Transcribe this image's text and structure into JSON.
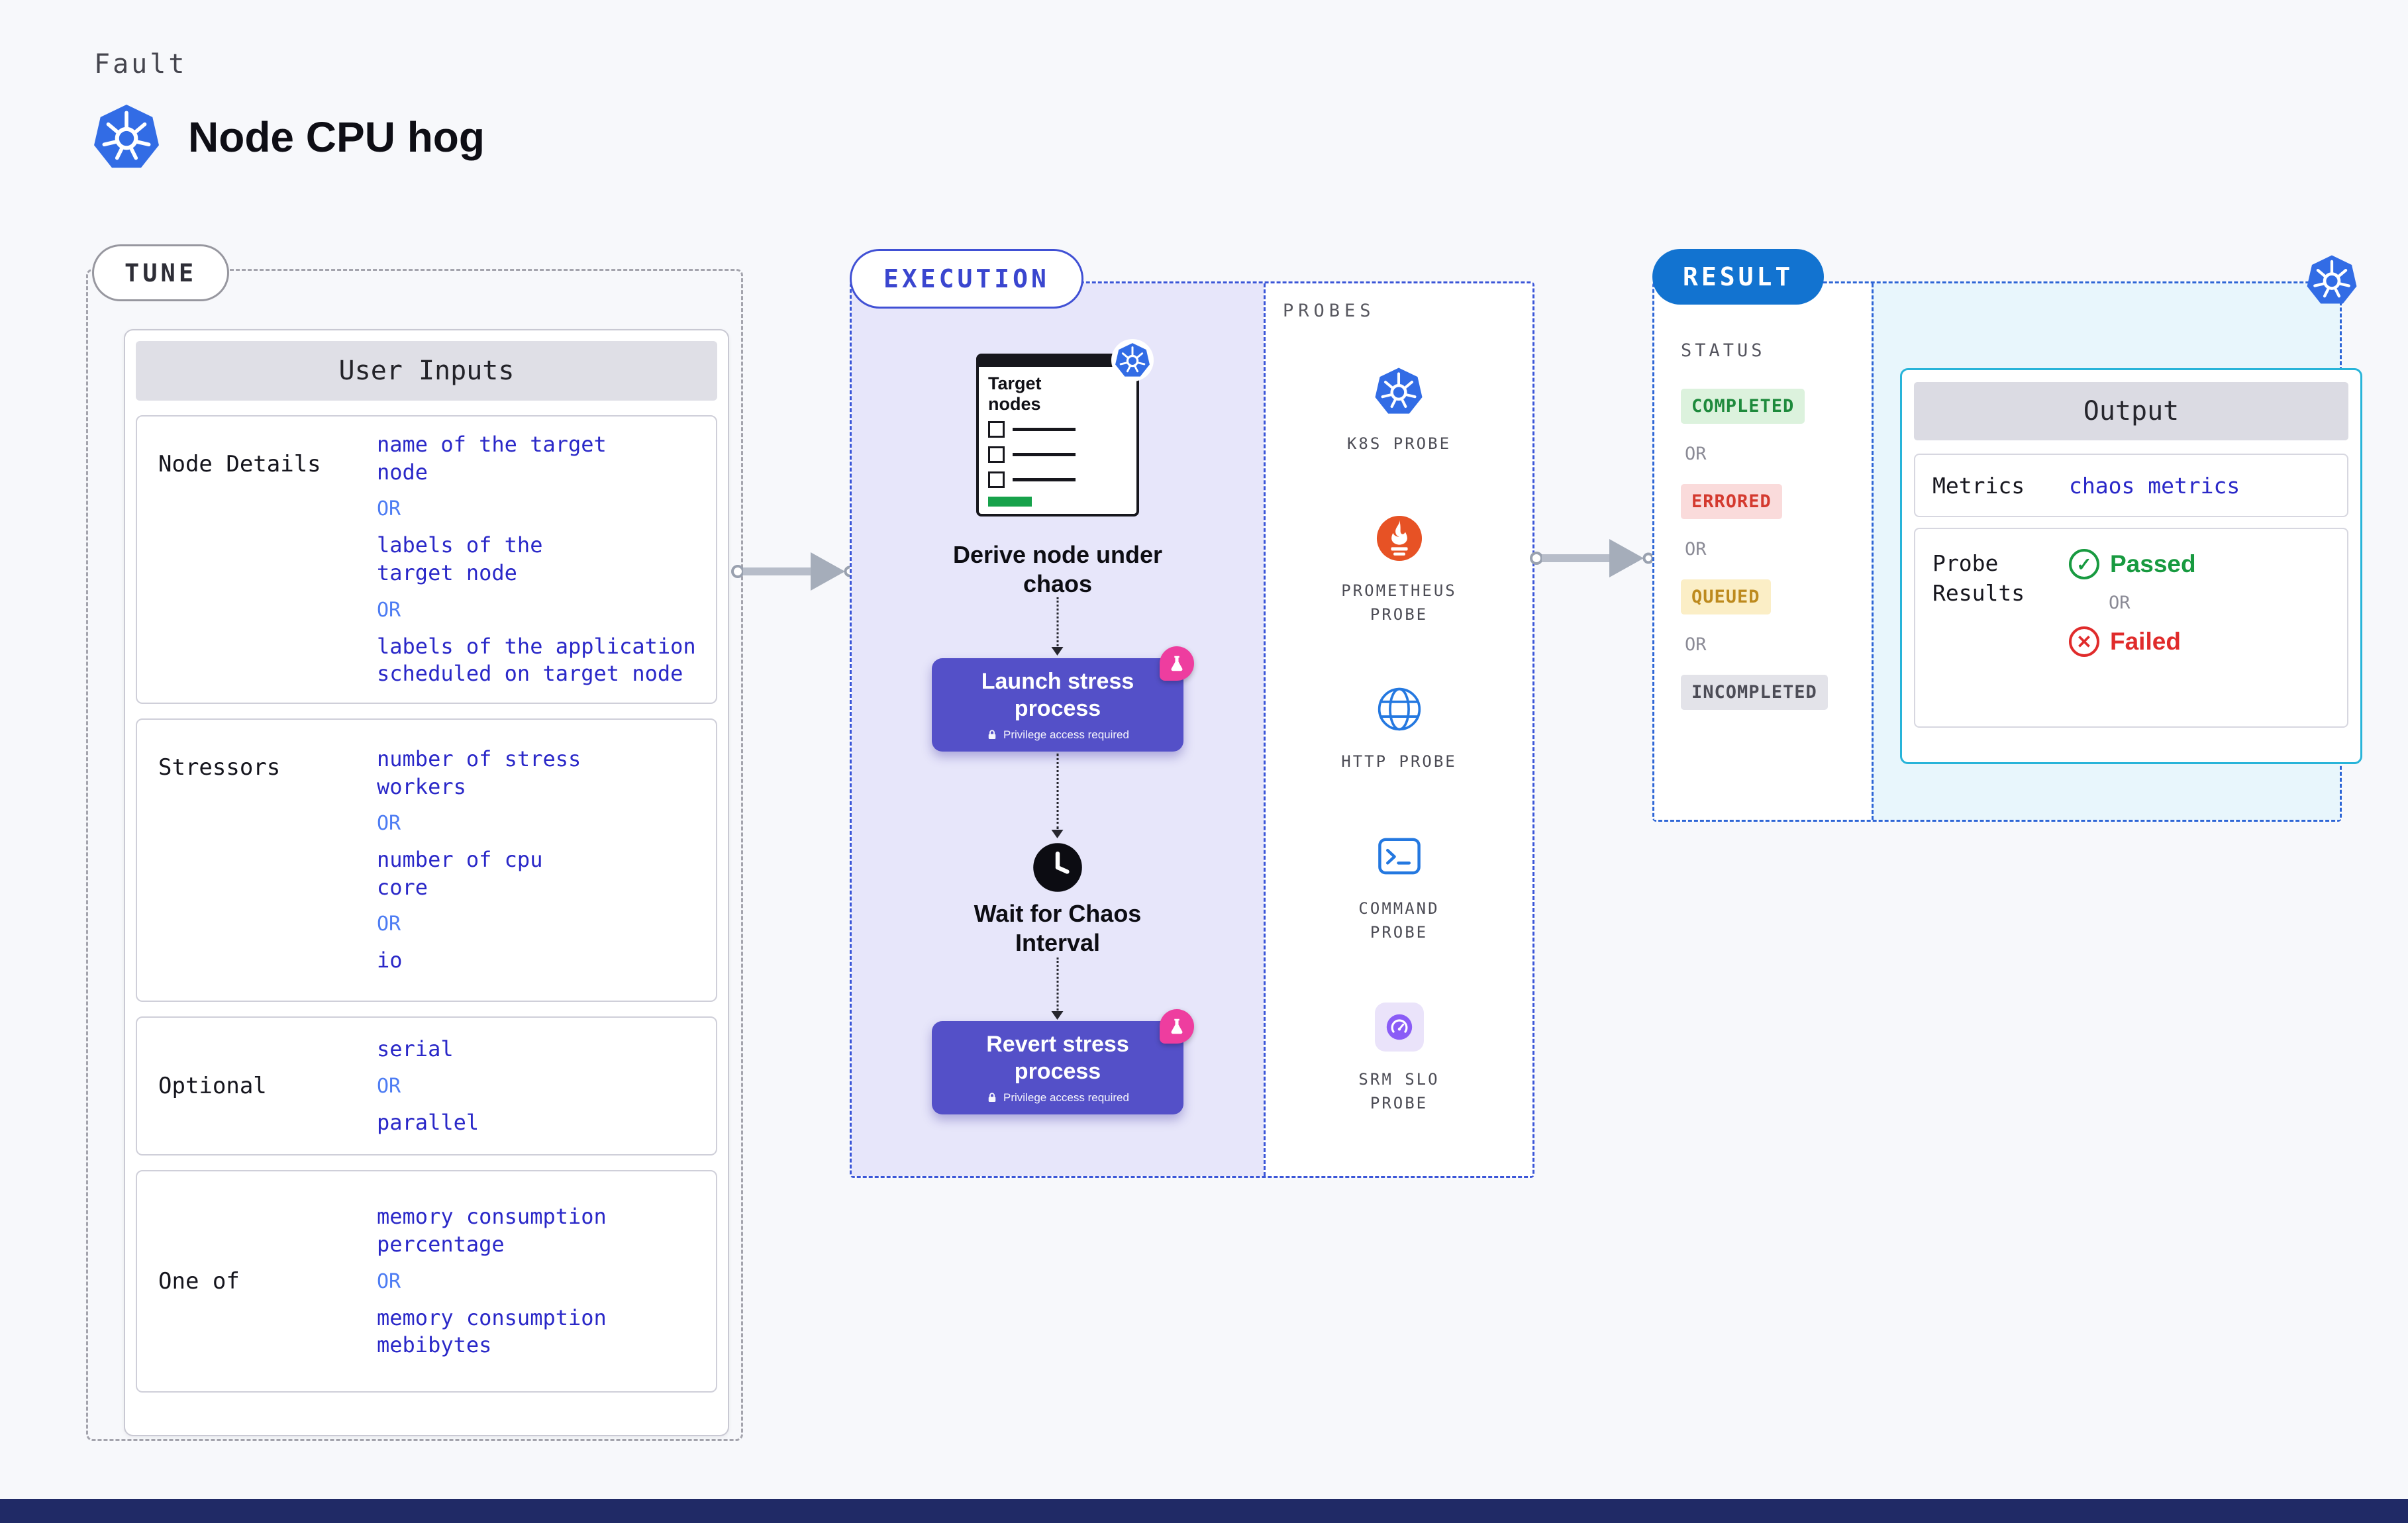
{
  "colors": {
    "background": "#f7f8fb",
    "k8s_blue": "#326ce5",
    "tune_dash_gray": "#a4a4ad",
    "execution_dash_blue": "#3b56d8",
    "result_dash_blue": "#2e66d6",
    "execution_panel_bg": "#e7e6fa",
    "button_purple": "#5450c8",
    "flask_pink": "#ee3d9f",
    "value_blue": "#2a28c8",
    "or_blue": "#4d7cf3",
    "result_pill_blue": "#1273d0",
    "completed_green": "#1e8a3c",
    "errored_red": "#d43a2f",
    "queued_amber": "#bd8a1e",
    "incompleted_gray": "#4c4c56",
    "output_border_cyan": "#28b4d9",
    "passed_green": "#189a40",
    "failed_red": "#e02b2b",
    "progress_green": "#17a24b",
    "footer_navy": "#202a66"
  },
  "header": {
    "kicker": "Fault",
    "title": "Node CPU hog"
  },
  "tune": {
    "pill": "TUNE",
    "card_title": "User Inputs",
    "or_label": "OR",
    "rows": [
      {
        "label": "Node Details",
        "values": [
          "name of the target\nnode",
          "labels of the\ntarget node",
          "labels of the application\n scheduled on target node"
        ]
      },
      {
        "label": "Stressors",
        "values": [
          "number of stress\nworkers",
          "number of cpu\ncore",
          "io"
        ]
      },
      {
        "label": "Optional",
        "values": [
          "serial",
          "parallel"
        ]
      },
      {
        "label": "One of",
        "values": [
          "memory consumption\npercentage",
          "memory consumption\nmebibytes"
        ]
      }
    ]
  },
  "execution": {
    "pill": "EXECUTION",
    "target_card_title": "Target nodes",
    "derive_label": "Derive node under chaos",
    "launch_button": "Launch stress process",
    "privilege_note": "Privilege access required",
    "wait_label": "Wait for Chaos Interval",
    "revert_button": "Revert stress process"
  },
  "probes": {
    "title": "PROBES",
    "items": [
      {
        "label": "K8S PROBE",
        "icon": "kubernetes-icon"
      },
      {
        "label": "PROMETHEUS PROBE",
        "icon": "prometheus-icon"
      },
      {
        "label": "HTTP PROBE",
        "icon": "globe-icon"
      },
      {
        "label": "COMMAND PROBE",
        "icon": "terminal-icon"
      },
      {
        "label": "SRM SLO PROBE",
        "icon": "gauge-icon"
      }
    ]
  },
  "result": {
    "pill": "RESULT",
    "status_title": "STATUS",
    "or_label": "OR",
    "statuses": [
      {
        "label": "COMPLETED"
      },
      {
        "label": "ERRORED"
      },
      {
        "label": "QUEUED"
      },
      {
        "label": "INCOMPLETED"
      }
    ],
    "output": {
      "title": "Output",
      "metrics_label": "Metrics",
      "metrics_value": "chaos metrics",
      "probe_results_label": "Probe Results",
      "passed_label": "Passed",
      "failed_label": "Failed"
    }
  }
}
